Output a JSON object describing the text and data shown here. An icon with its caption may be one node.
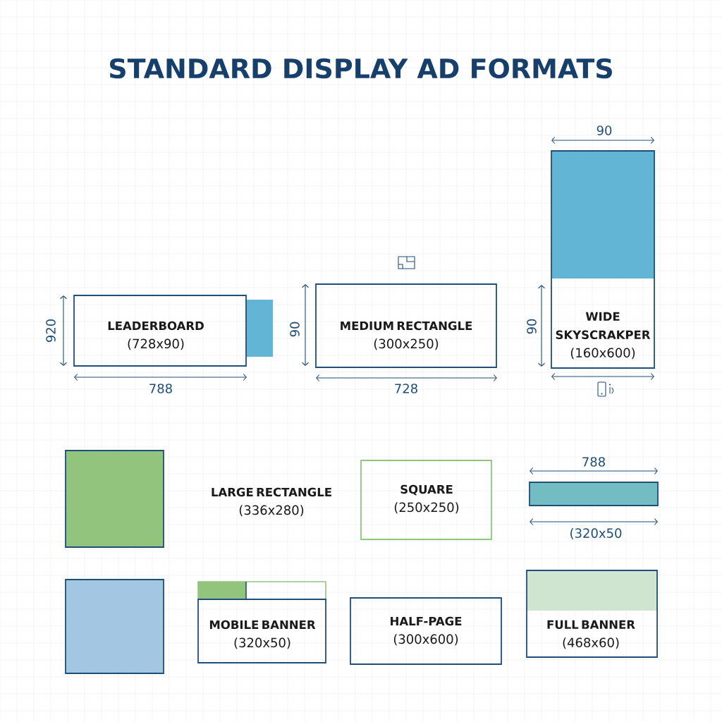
{
  "diagram": {
    "title": "STANDARD DISPLAY AD FORMATS",
    "nodes": [
      {
        "text": [
          "LEADERBOARD",
          "(728x90)"
        ]
      },
      {
        "text": [
          "MEDIUM RECTANGLE",
          "(300x250)"
        ]
      },
      {
        "text": [
          "WIDE SKYSCRAKPER",
          "(160x600)"
        ]
      },
      {
        "text": [],
        "shape": "box",
        "beside": [
          "LARGE RECTANGLE",
          "(336x280)"
        ]
      },
      {
        "text": [
          "SQUARE",
          "(250x250)"
        ]
      },
      {
        "text": [],
        "shape": "box"
      },
      {
        "text": [],
        "shape": "box"
      },
      {
        "text": [
          "MOBILE BANNER",
          "(320x50)"
        ]
      },
      {
        "text": [
          "HALF-PAGE",
          "(300x600)"
        ]
      },
      {
        "text": [
          "FULL BANNER",
          "(468x60)"
        ]
      }
    ],
    "labels": [
      "90",
      "920",
      "90",
      "90",
      "788",
      "728",
      "788",
      "(320x50"
    ]
  }
}
